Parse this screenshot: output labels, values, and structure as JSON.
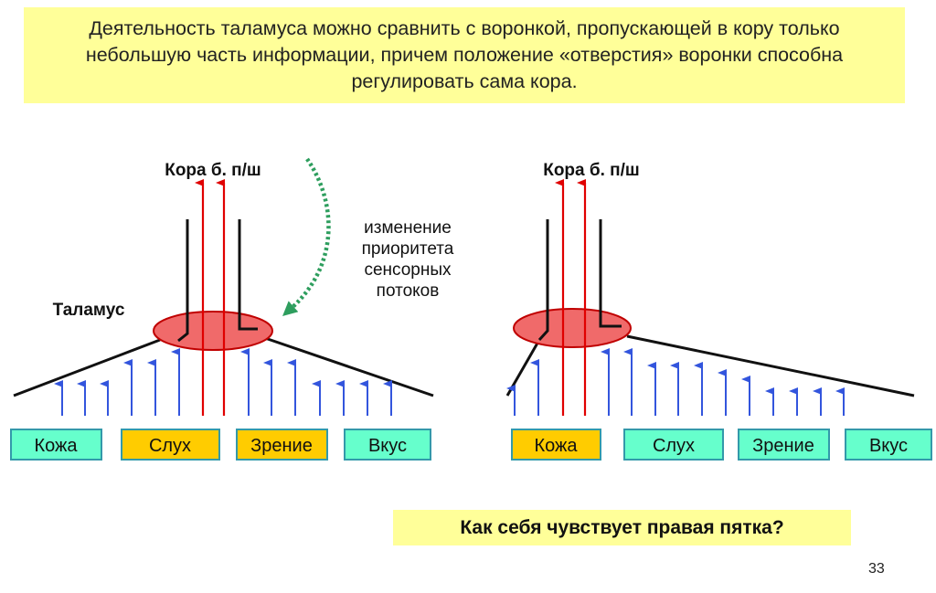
{
  "header_text": "Деятельность таламуса можно сравнить с воронкой, пропускающей в кору только\nнебольшую часть информации, причем положение «отверстия» воронки способна\nрегулировать сама кора.",
  "left_panel": {
    "cortex_label": "Кора б. п/ш",
    "thalamus_label": "Таламус",
    "annotation_lines": [
      "изменение",
      "приоритета",
      "сенсорных",
      "потоков"
    ],
    "boxes": [
      {
        "label": "Кожа",
        "color": "#66ffcc"
      },
      {
        "label": "Слух",
        "color": "#ffcc00"
      },
      {
        "label": "Зрение",
        "color": "#ffcc00"
      },
      {
        "label": "Вкус",
        "color": "#66ffcc"
      }
    ]
  },
  "right_panel": {
    "cortex_label": "Кора б. п/ш",
    "boxes": [
      {
        "label": "Кожа",
        "color": "#ffcc00"
      },
      {
        "label": "Слух",
        "color": "#66ffcc"
      },
      {
        "label": "Зрение",
        "color": "#66ffcc"
      },
      {
        "label": "Вкус",
        "color": "#66ffcc"
      }
    ]
  },
  "question": "Как себя чувствует правая пятка?",
  "page_number": "33",
  "colors": {
    "highlight": "#ffff99",
    "thalamus_fill": "#f06a6a",
    "red_arrow": "#e00000",
    "blue_arrow": "#3355dd",
    "dashed_arrow": "#2e9e5e",
    "box_border": "#3399aa"
  }
}
